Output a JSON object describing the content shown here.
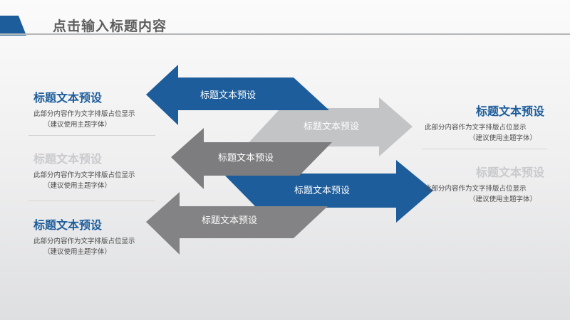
{
  "header": {
    "title": "点击输入标题内容"
  },
  "colors": {
    "accent": "#1d5d9b",
    "muted": "#c7c8ca",
    "gray": "#7f7f81",
    "title_gray": "#5e5e5e"
  },
  "arrows": [
    {
      "label": "标题文本预设",
      "direction": "left",
      "color": "#1d5d9b"
    },
    {
      "label": "标题文本预设",
      "direction": "right",
      "color": "#c3c4c6"
    },
    {
      "label": "标题文本预设",
      "direction": "left",
      "color": "#7d7d7f"
    },
    {
      "label": "标题文本预设",
      "direction": "right",
      "color": "#1d5d9b"
    },
    {
      "label": "标题文本预设",
      "direction": "left",
      "color": "#838385"
    }
  ],
  "left_blocks": [
    {
      "title": "标题文本预设",
      "desc": "此部分内容作为文字排版占位显示",
      "note": "（建议使用主题字体）",
      "color": "#1d5d9b"
    },
    {
      "title": "标题文本预设",
      "desc": "此部分内容作为文字排版占位显示",
      "note": "（建议使用主题字体）",
      "color": "#c9cacc"
    },
    {
      "title": "标题文本预设",
      "desc": "此部分内容作为文字排版占位显示",
      "note": "（建议使用主题字体）",
      "color": "#1d5d9b"
    }
  ],
  "right_blocks": [
    {
      "title": "标题文本预设",
      "desc": "此部分内容作为文字排版占位显示",
      "note": "（建议使用主题字体）",
      "color": "#1d5d9b"
    },
    {
      "title": "标题文本预设",
      "desc": "此部分内容作为文字排版占位显示",
      "note": "（建议使用主题字体）",
      "color": "#c9cacc"
    }
  ]
}
